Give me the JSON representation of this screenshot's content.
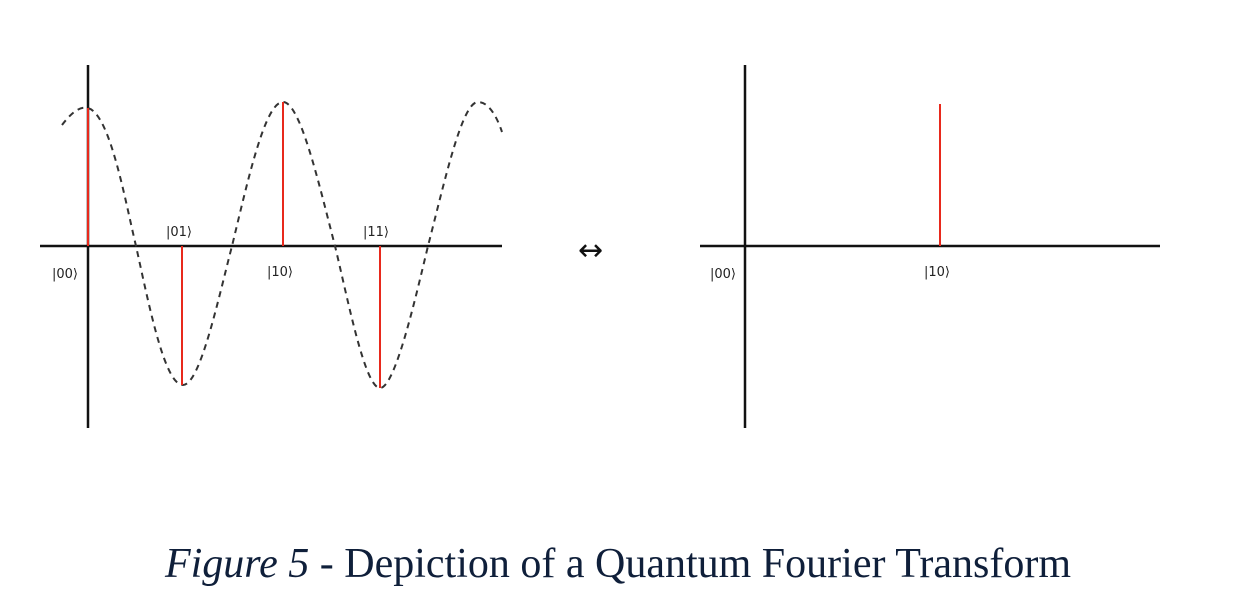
{
  "left_panel": {
    "state_labels": [
      "|00⟩",
      "|01⟩",
      "|10⟩",
      "|11⟩"
    ],
    "amplitudes": [
      1,
      -1,
      1,
      -1
    ]
  },
  "right_panel": {
    "state_labels": [
      "|00⟩",
      "|10⟩"
    ],
    "spike_label": "|10⟩"
  },
  "arrow": "↔",
  "caption": {
    "figure_label": "Figure 5",
    "separator": " - ",
    "text": "Depiction of a Quantum Fourier Transform"
  },
  "colors": {
    "axis": "#111111",
    "spike": "#e8291c",
    "wave": "#333333",
    "caption": "#0f1f3a"
  }
}
